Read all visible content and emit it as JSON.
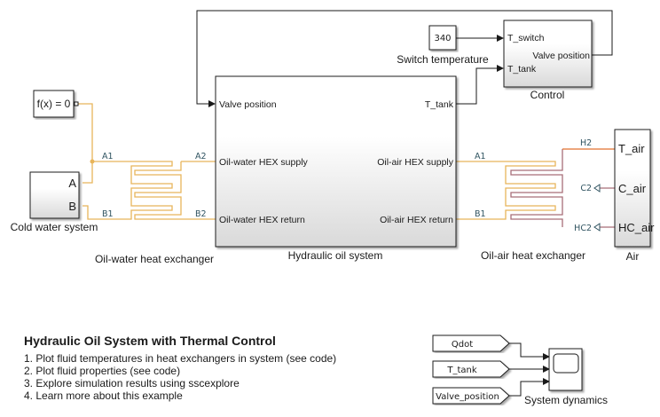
{
  "model": {
    "title": "Hydraulic Oil System with Thermal Control",
    "links": [
      "1. Plot fluid temperatures in heat exchangers in system (see code)",
      "2. Plot fluid properties (see code)",
      "3. Explore simulation results using sscexplore",
      "4. Learn more about this example"
    ]
  },
  "blocks": {
    "solver": {
      "label": "f(x) = 0"
    },
    "cold_water": {
      "name": "Cold water system",
      "ports": {
        "a": "A",
        "b": "B"
      }
    },
    "ow_hex": {
      "name": "Oil-water heat exchanger",
      "ports": {
        "a1": "A1",
        "b1": "B1",
        "a2": "A2",
        "b2": "B2"
      }
    },
    "hydraulic": {
      "name": "Hydraulic oil system",
      "ports": {
        "valve": "Valve position",
        "ow_supply": "Oil-water HEX supply",
        "ow_return": "Oil-water HEX return",
        "t_tank": "T_tank",
        "oa_supply": "Oil-air HEX supply",
        "oa_return": "Oil-air HEX return"
      }
    },
    "switch_temp": {
      "name": "Switch temperature",
      "value": "340"
    },
    "control": {
      "name": "Control",
      "ports": {
        "t_switch": "T_switch",
        "t_tank": "T_tank",
        "valve": "Valve position"
      }
    },
    "oa_hex": {
      "name": "Oil-air heat exchanger",
      "ports": {
        "a1": "A1",
        "b1": "B1",
        "h2": "H2",
        "c2": "C2",
        "hc2": "HC2"
      }
    },
    "air": {
      "name": "Air",
      "ports": {
        "t_air": "T_air",
        "c_air": "C_air",
        "hc_air": "HC_air"
      }
    },
    "scope": {
      "name": "System dynamics"
    },
    "gotos": [
      "Qdot",
      "T_tank",
      "Valve_position"
    ]
  },
  "colors": {
    "oil": "#e8b55a",
    "moist_air": "#a86e78",
    "thermal": "#e2702d",
    "signal": "#1a1a1a"
  }
}
